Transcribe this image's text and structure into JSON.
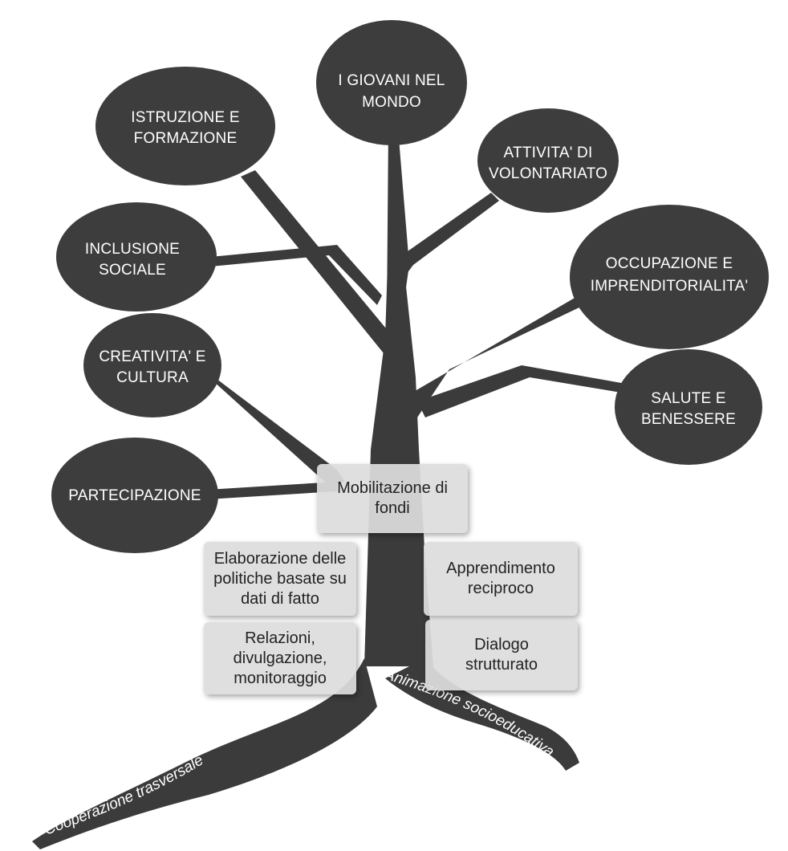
{
  "colors": {
    "tree": "#3b3b3b",
    "leaf": "#3d3d3d",
    "box": "#dddddd",
    "text_light": "#ffffff",
    "text_dark": "#222222"
  },
  "leaves": {
    "giovani_nel_mondo": [
      "I GIOVANI NEL",
      "MONDO"
    ],
    "istruzione_formazione": [
      "ISTRUZIONE E",
      "FORMAZIONE"
    ],
    "volontariato": [
      "ATTIVITA' DI",
      "VOLONTARIATO"
    ],
    "inclusione_sociale": [
      "INCLUSIONE",
      "SOCIALE"
    ],
    "occupazione": [
      "OCCUPAZIONE E",
      "IMPRENDITORIALITA'"
    ],
    "creativita_cultura": [
      "CREATIVITA' E",
      "CULTURA"
    ],
    "salute_benessere": [
      "SALUTE E",
      "BENESSERE"
    ],
    "partecipazione": [
      "PARTECIPAZIONE"
    ]
  },
  "boxes": {
    "mobilitazione": "Mobilitazione di\nfondi",
    "elaborazione": "Elaborazione delle\npolitiche basate su\ndati di fatto",
    "apprendimento": "Apprendimento\nreciproco",
    "relazioni": "Relazioni,\ndivulgazione,\nmonitoraggio",
    "dialogo": "Dialogo\nstrutturato"
  },
  "roots": {
    "left": "Cooperazione trasversale",
    "right": "Animazione socioeducativa"
  }
}
